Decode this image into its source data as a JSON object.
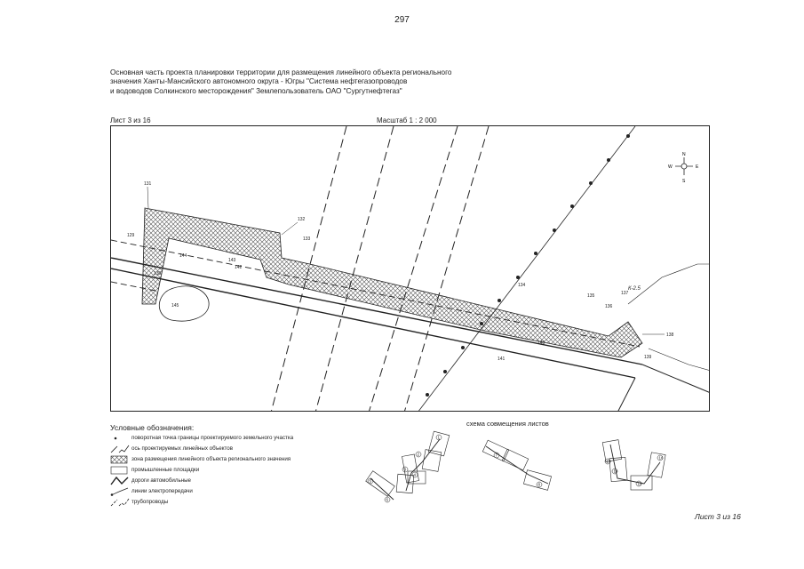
{
  "page_number": "297",
  "title_lines": [
    "Основная часть проекта планировки территории для размещения линейного объекта регионального",
    "значения Ханты-Мансийского автономного округа - Югры \"Система нефтегазопроводов",
    "и водоводов Солкинского месторождения\" Землепользователь ОАО \"Сургутнефтегаз\""
  ],
  "sheet_label": "Лист 3 из 16",
  "scale_label": "Масштаб 1 : 2 000",
  "compass": {
    "n": "N",
    "s": "S",
    "w": "W",
    "e": "E"
  },
  "map_labels": {
    "p131": "131",
    "p132": "132",
    "p133": "133",
    "p129": "129",
    "p130": "130",
    "p144": "144",
    "p143": "143",
    "p142": "142",
    "p145": "145",
    "p134": "134",
    "p135": "135",
    "p136": "136",
    "p137": "137",
    "p138": "138",
    "p139": "139",
    "p140": "140",
    "p141": "141",
    "k25": "К-2.5"
  },
  "legend": {
    "title": "Условные обозначения:",
    "items": [
      "поворотная точка границы проектируемого земельного участка",
      "ось проектируемых линейных объектов",
      "зона размещения линейного объекта регионального значения",
      "промышленные площадки",
      "дороги автомобильные",
      "линии электропередачи",
      "трубопроводы"
    ]
  },
  "scheme": {
    "title": "схема совмещения листов",
    "sheets": [
      "1",
      "2",
      "3",
      "4",
      "5",
      "6",
      "7",
      "8",
      "9",
      "10",
      "11",
      "12",
      "13",
      "14",
      "15",
      "16"
    ]
  },
  "footer_sheet": "Лист 3 из 16",
  "colors": {
    "line": "#222222",
    "hatch": "#555555"
  }
}
